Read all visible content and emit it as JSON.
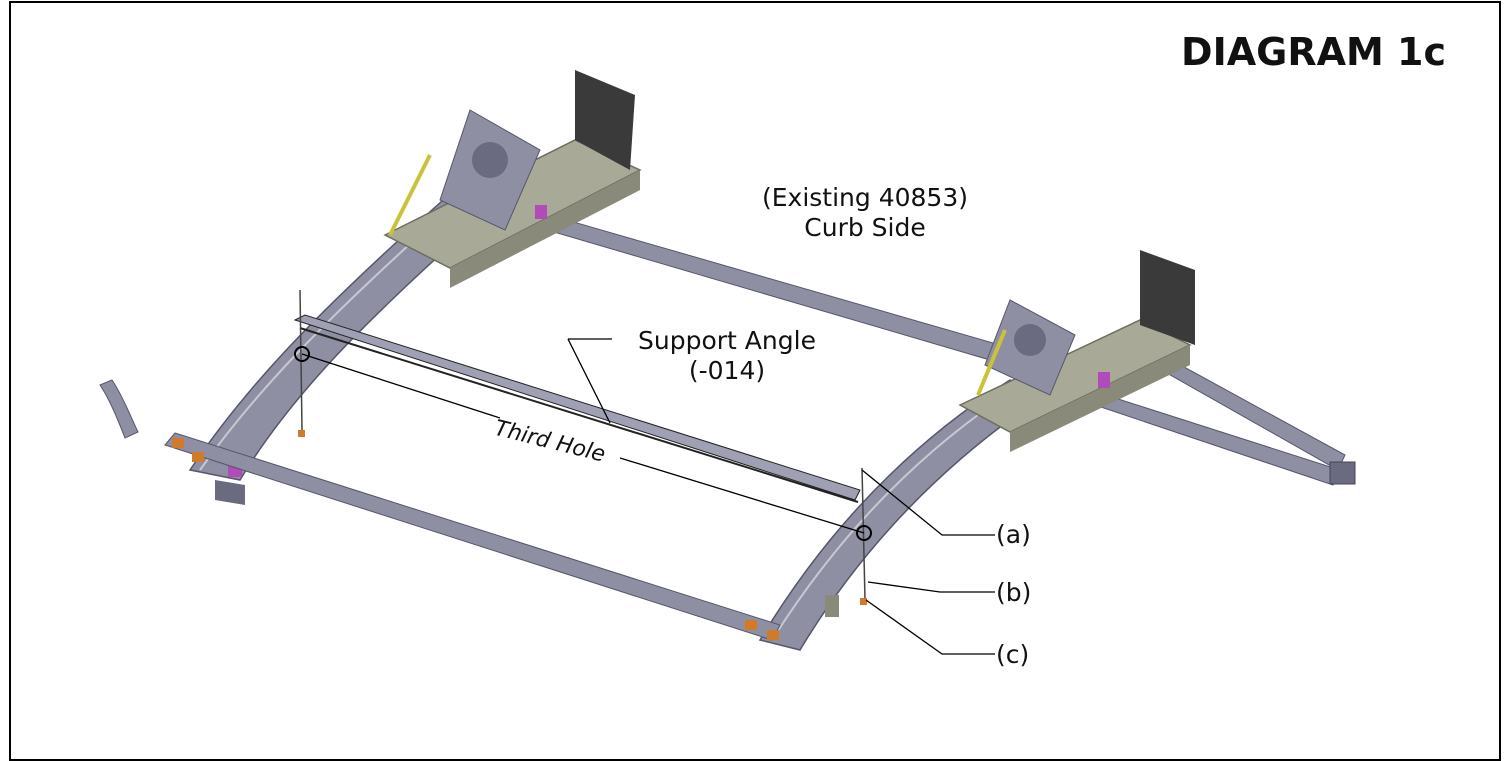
{
  "diagram": {
    "title": "DIAGRAM 1c",
    "note_line1": "(Existing 40853)",
    "note_line2": "Curb Side",
    "support_angle_line1": "Support Angle",
    "support_angle_line2": "(-014)",
    "third_hole": "Third Hole",
    "callout_a": "(a)",
    "callout_b": "(b)",
    "callout_c": "(c)"
  },
  "colors": {
    "frame_steel": "#8e8fa3",
    "frame_dark": "#6a6b80",
    "platform": "#a9a998",
    "backstop": "#3a3a3a",
    "clamp_accent": "#c8c8d4",
    "bumper": "#d07a2a",
    "magenta_part": "#b04bb7",
    "strut": "#c9c23a"
  }
}
